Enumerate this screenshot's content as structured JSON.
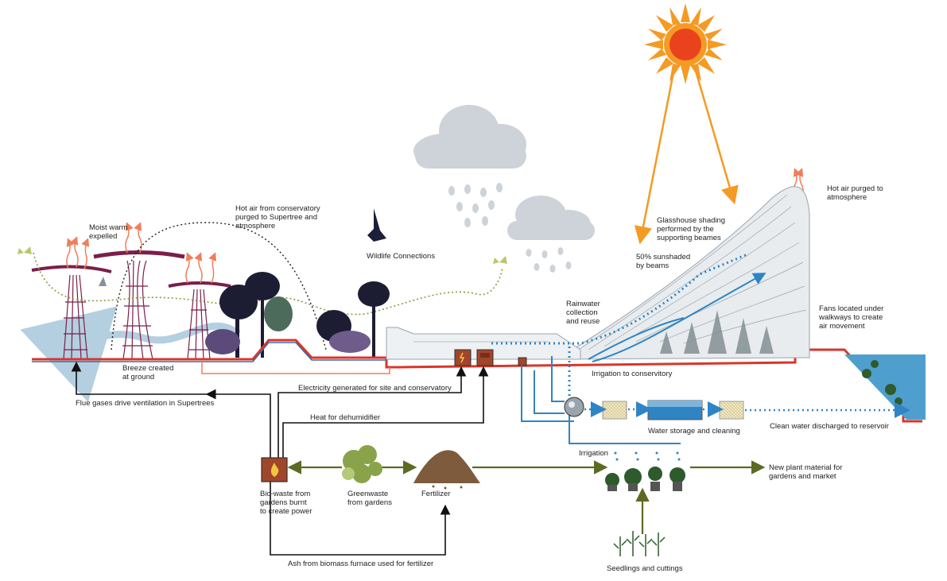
{
  "labels": {
    "moist_warm": "Moist warm\nexpelled",
    "hot_air_conservatory": "Hot air from conservatory\npurged to Supertree and\natmosphere",
    "wildlife": "Wildlife Connections",
    "breeze": "Breeze created\nat ground",
    "hot_air_purged": "Hot air purged to\natmosphere",
    "glasshouse_shading": "Glasshouse shading\nperformed by the\nsupporting beames",
    "sunshaded": "50% sunshaded\nby beams",
    "rainwater": "Rainwater\ncollection\nand reuse",
    "fans": "Fans located under\nwalkways to create\nair movement",
    "irrigation_conservatory": "Irrigation to conservitory",
    "electricity": "Electricity generated for site and conservatory",
    "flue_gases": "Flue gases drive ventilation in Supertrees",
    "heat_dehumidifier": "Heat for dehumidifier",
    "water_storage": "Water storage and cleaning",
    "clean_water": "Clean water discharged to reservoir",
    "irrigation": "Irrigation",
    "new_plant": "New plant material for\ngardens and market",
    "biowaste": "Bio-waste from\ngardens burnt\nto create power",
    "greenwaste": "Greenwaste\nfrom gardens",
    "fertilizer": "Fertilizer",
    "seedlings": "Seedlings and cuttings",
    "ash": "Ash from biomass furnace used for fertilizer"
  },
  "colors": {
    "sun": "#f59a23",
    "sun_core": "#e8431c",
    "ground_red": "#d9362b",
    "ground_blue": "#3d6aa8",
    "water": "#2f84c4",
    "olive": "#5c6b22",
    "supertree": "#7a1f4a",
    "cloud": "#cdd3d8",
    "reservoir": "#4e9fcd"
  },
  "icons": [
    "sun-icon",
    "cloud-icon",
    "bird-icon",
    "furnace-icon",
    "butterfly-icon"
  ]
}
